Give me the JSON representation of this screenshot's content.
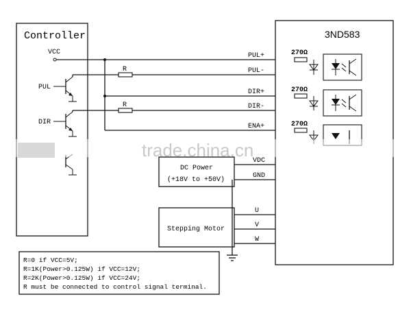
{
  "controller": {
    "title": "Controller",
    "vcc_label": "VCC",
    "pul_label": "PUL",
    "dir_label": "DIR"
  },
  "driver": {
    "title": "3ND583",
    "pins": {
      "pul_plus": "PUL+",
      "pul_minus": "PUL-",
      "dir_plus": "DIR+",
      "dir_minus": "DIR-",
      "ena_plus": "ENA+",
      "vdc": "VDC",
      "gnd": "GND",
      "u": "U",
      "v": "V",
      "w": "W"
    },
    "resistor_value": "270Ω"
  },
  "resistor_label": "R",
  "power_box": {
    "line1": "DC Power",
    "line2": "(+18V to +50V)"
  },
  "motor_box": {
    "label": "Stepping Motor"
  },
  "notes": [
    "R=0 if VCC=5V;",
    "R=1K(Power>0.125W) if VCC=12V;",
    "R=2K(Power>0.125W) if VCC=24V;",
    "R must be connected to control signal terminal."
  ],
  "watermark": "trade.china.cn"
}
